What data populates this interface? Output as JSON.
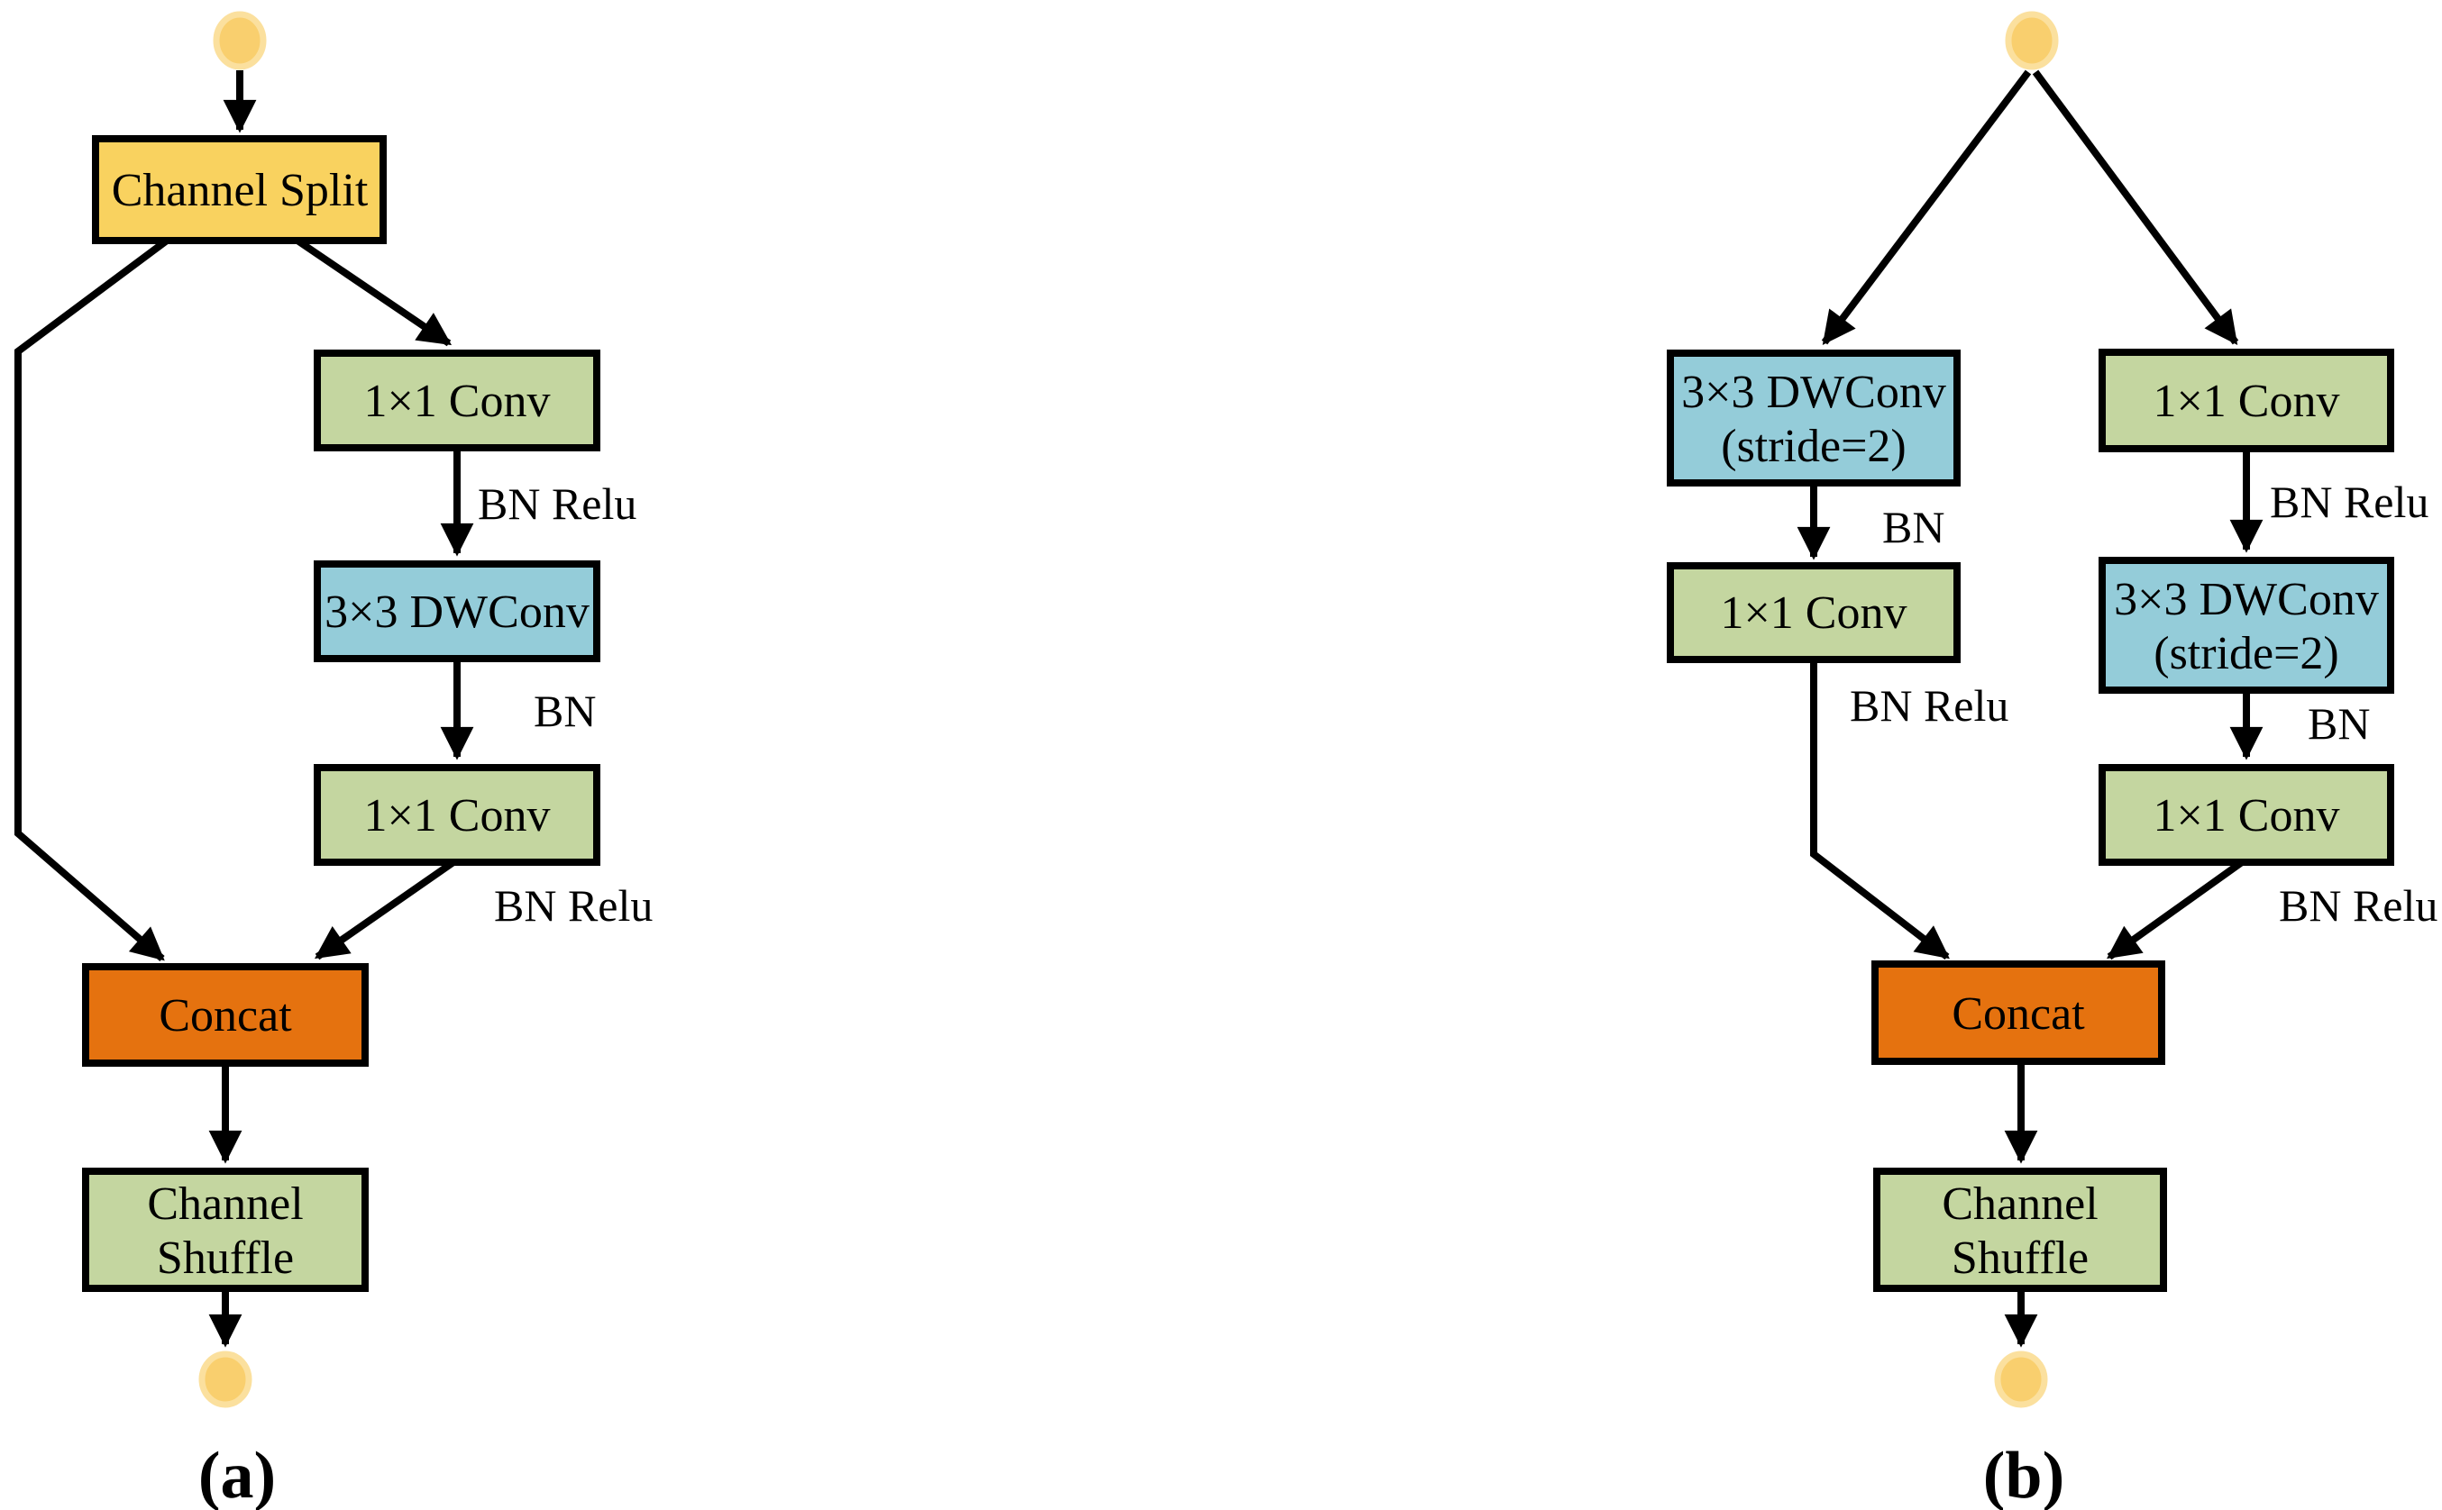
{
  "colors": {
    "background": "#ffffff",
    "yellow_box": "#f9d25f",
    "green_box": "#c4d6a0",
    "blue_box": "#94ccd9",
    "orange_box": "#e5720f",
    "circle_fill": "#f9cf6e",
    "circle_ring": "#fbe09e",
    "line": "#000000",
    "text": "#000000"
  },
  "panel_a": {
    "caption": "(a)",
    "channel_split": "Channel Split",
    "conv1": "1×1 Conv",
    "dwconv": "3×3 DWConv",
    "conv2": "1×1 Conv",
    "concat": "Concat",
    "shuffle_line1": "Channel",
    "shuffle_line2": "Shuffle",
    "label_bn_relu_1": "BN Relu",
    "label_bn": "BN",
    "label_bn_relu_2": "BN Relu"
  },
  "panel_b": {
    "caption": "(b)",
    "left": {
      "dwconv_line1": "3×3 DWConv",
      "dwconv_line2": "(stride=2)",
      "label_bn": "BN",
      "conv": "1×1 Conv",
      "label_bn_relu": "BN Relu"
    },
    "right": {
      "conv1": "1×1 Conv",
      "label_bn_relu_1": "BN Relu",
      "dwconv_line1": "3×3 DWConv",
      "dwconv_line2": "(stride=2)",
      "label_bn": "BN",
      "conv2": "1×1 Conv",
      "label_bn_relu_2": "BN Relu"
    },
    "concat": "Concat",
    "shuffle_line1": "Channel",
    "shuffle_line2": "Shuffle"
  }
}
